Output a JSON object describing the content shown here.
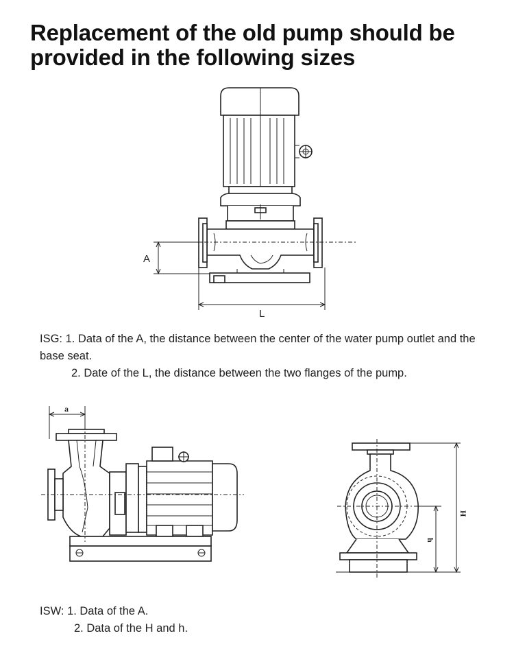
{
  "title": "Replacement of the old pump should be provided in the following sizes",
  "isg": {
    "line1": "ISG: 1. Data of the A, the distance between the center of the water pump outlet and the base seat.",
    "line2": "2. Date of the L, the distance between the two flanges of the pump."
  },
  "isw": {
    "line1": "ISW: 1. Data of the A.",
    "line2": "2. Data of the H and h."
  },
  "diagram_labels": {
    "isg_a": "A",
    "isg_l": "L",
    "isw_a": "a",
    "isw_H": "H",
    "isw_h": "h"
  }
}
